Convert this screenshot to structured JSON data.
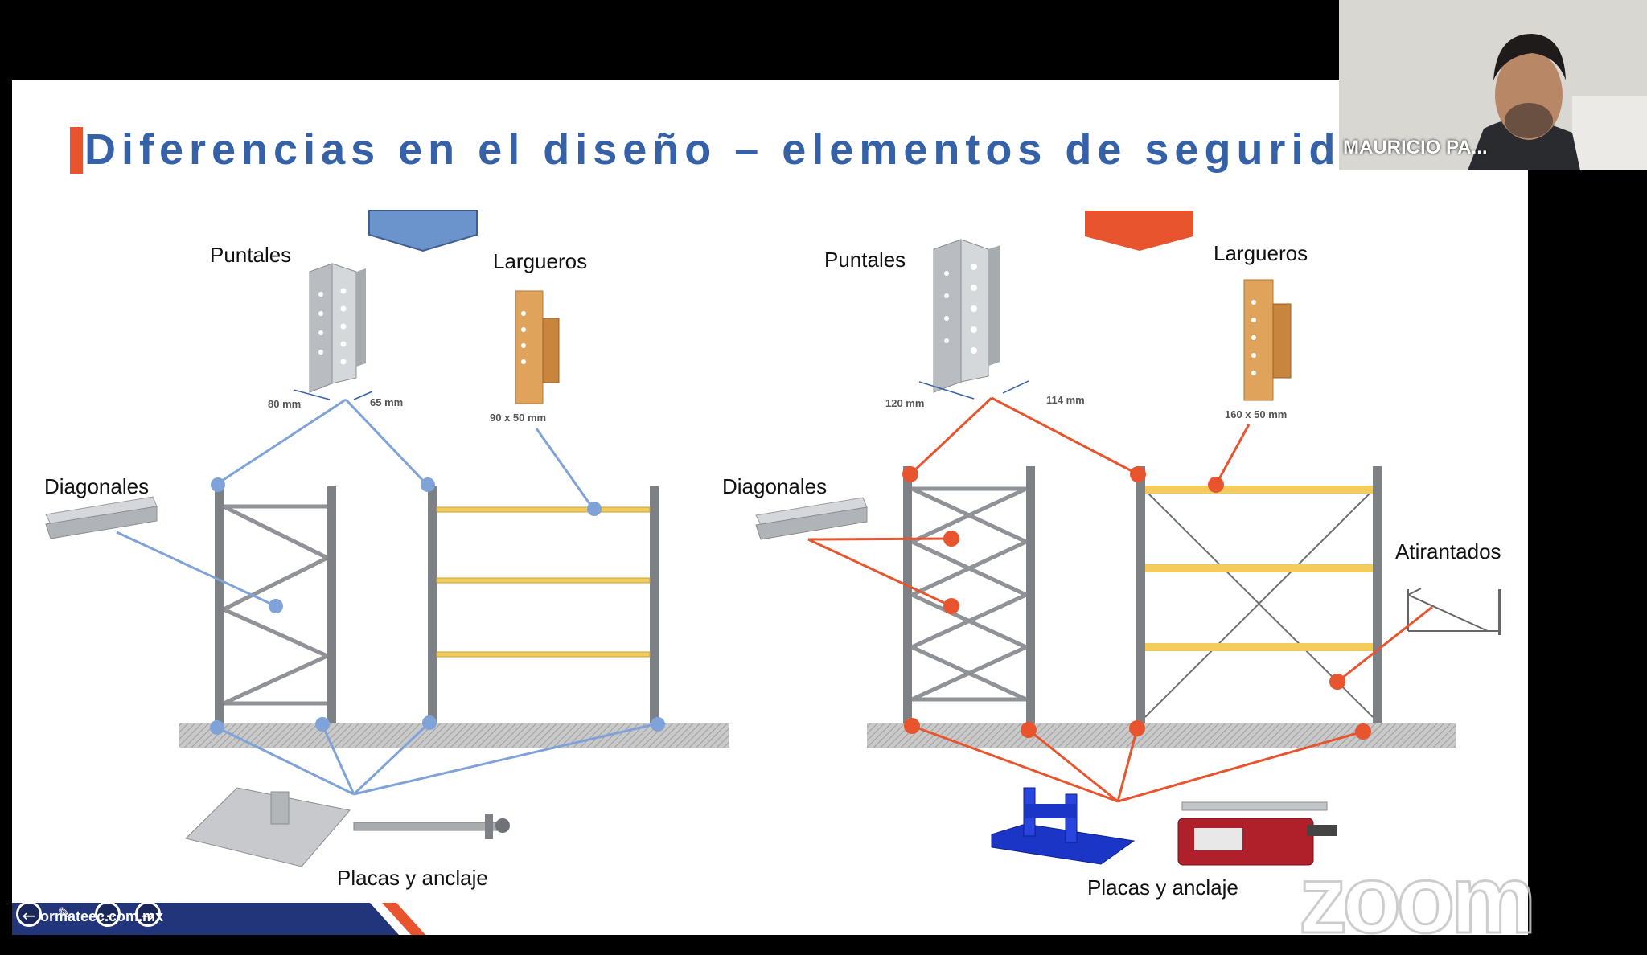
{
  "slide": {
    "title": "Diferencias en el diseño – elementos de seguridad",
    "left": {
      "puntales": "Puntales",
      "largueros": "Largueros",
      "diagonales": "Diagonales",
      "placas": "Placas y anclaje",
      "dim_a": "80 mm",
      "dim_b": "65 mm",
      "dim_c": "90 x 50 mm"
    },
    "right": {
      "puntales": "Puntales",
      "largueros": "Largueros",
      "diagonales": "Diagonales",
      "atirantados": "Atirantados",
      "placas": "Placas y anclaje",
      "dim_a": "120 mm",
      "dim_b": "114 mm",
      "dim_c": "160 x 50 mm"
    },
    "footer_url": "ormateec.com.mx"
  },
  "video": {
    "participant_name": "MAURICIO PA..."
  },
  "watermark": "zoom",
  "colors": {
    "title": "#3561a8",
    "accent": "#e8542e",
    "left_connector": "#7fa3d8",
    "right_connector": "#e8542e",
    "beam": "#f4cc5c"
  }
}
